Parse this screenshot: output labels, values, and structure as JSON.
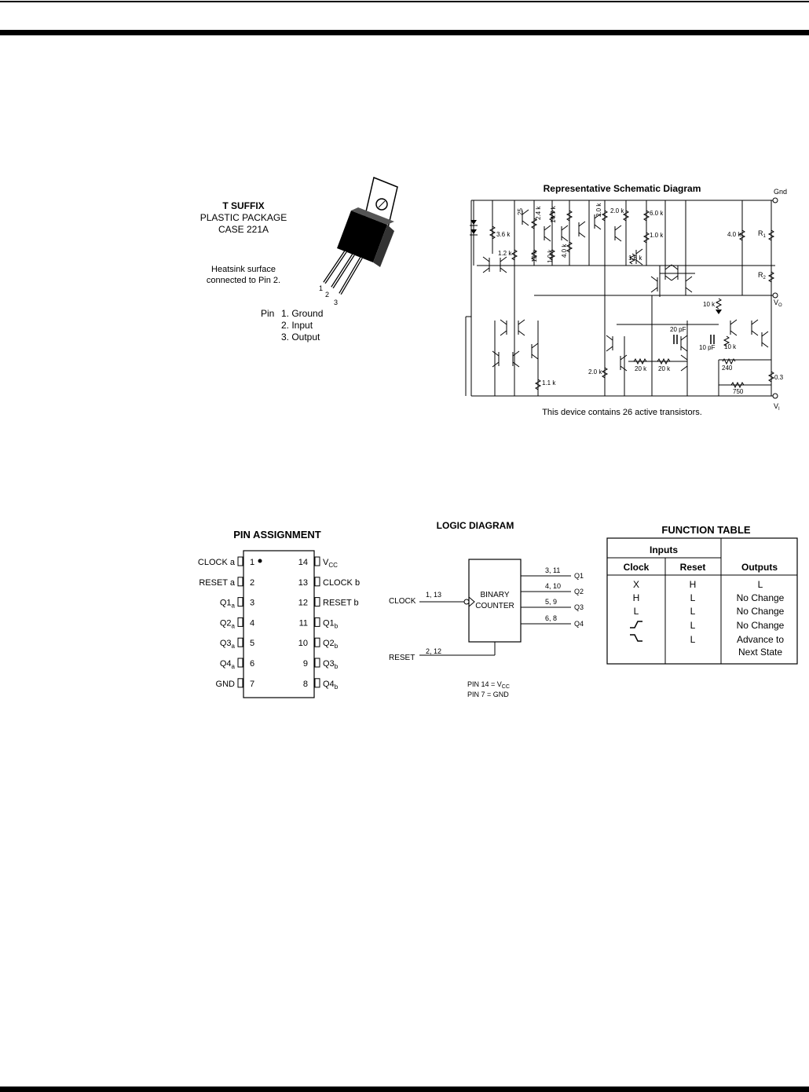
{
  "package": {
    "title": "T SUFFIX",
    "line2": "PLASTIC PACKAGE",
    "line3": "CASE 221A",
    "note1": "Heatsink surface",
    "note2": "connected to Pin 2.",
    "pin_word": "Pin",
    "pins": [
      "1. Ground",
      "2. Input",
      "3. Output"
    ],
    "lead_numbers": [
      "1",
      "2",
      "3"
    ]
  },
  "schematic": {
    "title": "Representative Schematic Diagram",
    "caption": "This device contains 26 active transistors.",
    "terminals": {
      "gnd": "Gnd",
      "r1": "R",
      "r1_sub": "1",
      "r2": "R",
      "r2_sub": "2",
      "vo": "V",
      "vo_sub": "O",
      "vi": "V",
      "vi_sub": "I"
    },
    "resistors": [
      "3.6 k",
      "1.2 k",
      "25",
      "2.4 k",
      "14.7 k",
      "12 k",
      "1.0 k",
      "4.0 k",
      "2.0 k",
      "2.0 k",
      "6.0 k",
      "1.0 k",
      "1.6 k",
      "4.0 k",
      "10 k",
      "10 k",
      "20 k",
      "20 k",
      "240",
      "750",
      "0.3",
      "1.1 k",
      "2.0 k"
    ],
    "capacitors": [
      "20 pF",
      "10 pF"
    ]
  },
  "pin_assignment": {
    "title": "PIN ASSIGNMENT",
    "left": [
      {
        "num": "1",
        "name": "CLOCK a",
        "sub": ""
      },
      {
        "num": "2",
        "name": "RESET a",
        "sub": ""
      },
      {
        "num": "3",
        "name": "Q1",
        "sub": "a"
      },
      {
        "num": "4",
        "name": "Q2",
        "sub": "a"
      },
      {
        "num": "5",
        "name": "Q3",
        "sub": "a"
      },
      {
        "num": "6",
        "name": "Q4",
        "sub": "a"
      },
      {
        "num": "7",
        "name": "GND",
        "sub": ""
      }
    ],
    "right": [
      {
        "num": "14",
        "name": "V",
        "sub": "CC"
      },
      {
        "num": "13",
        "name": "CLOCK b",
        "sub": ""
      },
      {
        "num": "12",
        "name": "RESET b",
        "sub": ""
      },
      {
        "num": "11",
        "name": "Q1",
        "sub": "b"
      },
      {
        "num": "10",
        "name": "Q2",
        "sub": "b"
      },
      {
        "num": "9",
        "name": "Q3",
        "sub": "b"
      },
      {
        "num": "8",
        "name": "Q4",
        "sub": "b"
      }
    ]
  },
  "logic_diagram": {
    "title": "LOGIC DIAGRAM",
    "block_line1": "BINARY",
    "block_line2": "COUNTER",
    "clock_label": "CLOCK",
    "clock_pins": "1, 13",
    "reset_label": "RESET",
    "reset_pins": "2, 12",
    "outputs": [
      {
        "pins": "3, 11",
        "name": "Q1"
      },
      {
        "pins": "4, 10",
        "name": "Q2"
      },
      {
        "pins": "5, 9",
        "name": "Q3"
      },
      {
        "pins": "6, 8",
        "name": "Q4"
      }
    ],
    "note1_a": "PIN 14 = V",
    "note1_sub": "CC",
    "note2": "PIN 7 = GND"
  },
  "function_table": {
    "title": "FUNCTION TABLE",
    "inputs_header": "Inputs",
    "clock_header": "Clock",
    "reset_header": "Reset",
    "outputs_header": "Outputs",
    "rows": [
      {
        "clock": "X",
        "reset": "H",
        "output": "L"
      },
      {
        "clock": "H",
        "reset": "L",
        "output": "No Change"
      },
      {
        "clock": "L",
        "reset": "L",
        "output": "No Change"
      },
      {
        "clock": "",
        "reset": "L",
        "output": "No Change"
      },
      {
        "clock": "",
        "reset": "L",
        "output": "Advance to"
      }
    ],
    "last_row_line2": "Next State"
  }
}
